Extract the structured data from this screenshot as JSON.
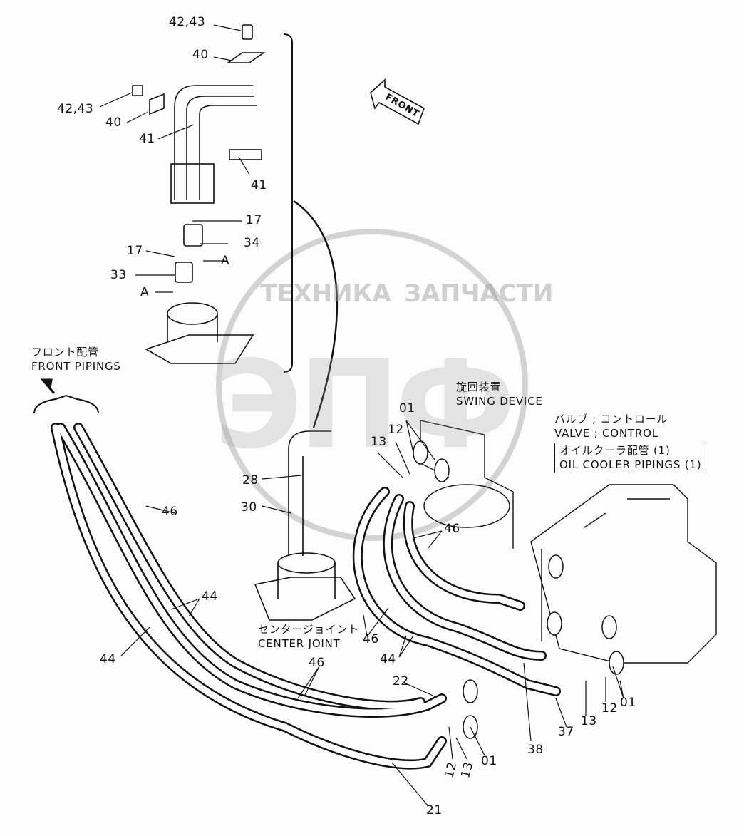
{
  "watermark": {
    "top": "ТЕХНИКА",
    "bottom": "ЗАПЧАСТИ",
    "logo": "ЭПФ"
  },
  "direction_arrow": "FRONT",
  "callouts": {
    "front_pipings_jp": "フロント配管",
    "front_pipings_en": "FRONT PIPINGS",
    "swing_device_jp": "旋回装置",
    "swing_device_en": "SWING DEVICE",
    "valve_jp": "バルブ ; コントロール",
    "valve_en": "VALVE ; CONTROL",
    "oil_cooler_jp": "オイルクーラ配管 (1)",
    "oil_cooler_en": "OIL COOLER PIPINGS (1)",
    "center_joint_jp": "センタージョイント",
    "center_joint_en": "CENTER JOINT"
  },
  "part_numbers": [
    "42,43",
    "40",
    "42,43",
    "40",
    "41",
    "41",
    "17",
    "34",
    "A",
    "17",
    "33",
    "A",
    "01",
    "12",
    "13",
    "28",
    "30",
    "46",
    "46",
    "44",
    "44",
    "46",
    "44",
    "46",
    "22",
    "38",
    "37",
    "13",
    "12",
    "01",
    "21",
    "12",
    "13",
    "01"
  ]
}
